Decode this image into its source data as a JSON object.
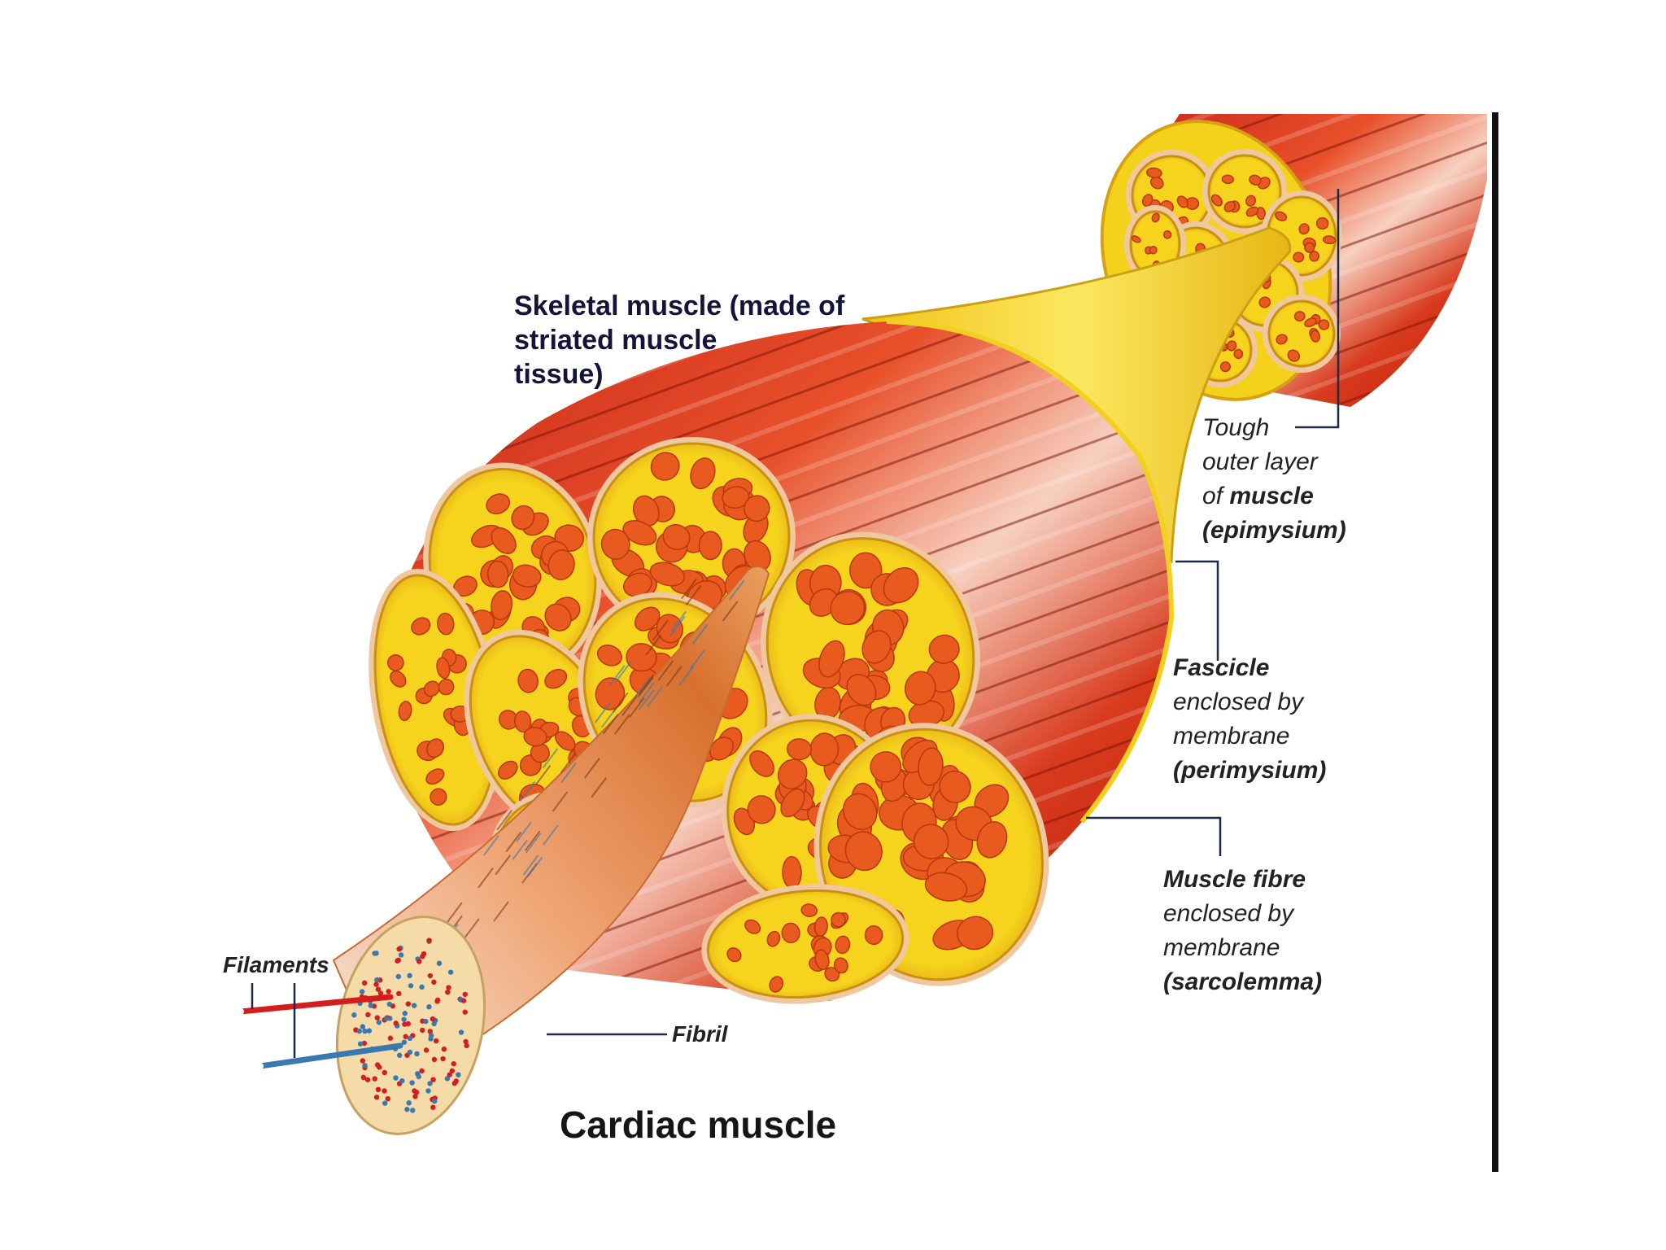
{
  "labels": {
    "skeletal": [
      "Skeletal muscle (made of",
      "striated muscle",
      "tissue)"
    ],
    "epimysium": {
      "line1": "Tough",
      "line2": "outer layer",
      "line3_pre": "of ",
      "line3_bold": "muscle",
      "line4": "(epimysium)"
    },
    "fascicle": {
      "title": "Fascicle",
      "line2": "enclosed by",
      "line3": "membrane",
      "line4": "(perimysium)"
    },
    "fibre": {
      "title": "Muscle fibre",
      "line2": "enclosed by",
      "line3": "membrane",
      "line4": "(sarcolemma)"
    },
    "filaments": "Filaments",
    "fibril": "Fibril"
  },
  "caption": "Cardiac muscle",
  "colors": {
    "muscle_red": "#d8301a",
    "muscle_orange": "#ee6a2a",
    "sheath_yellow": "#f4d21c",
    "fibre_orange": "#e85a1e",
    "filament_red": "#d41e1e",
    "filament_blue": "#3a78b0",
    "leader_line": "#1f2a4a"
  }
}
